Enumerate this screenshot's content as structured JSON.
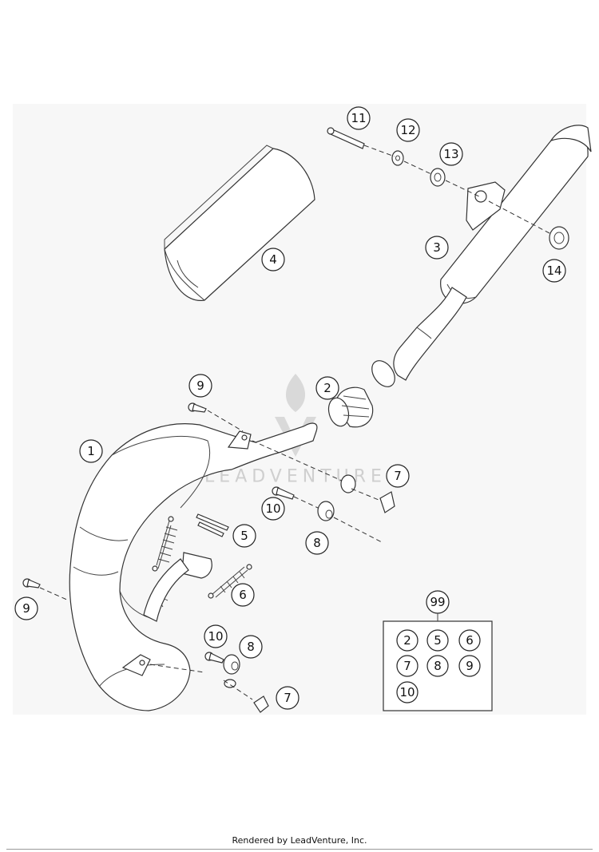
{
  "diagram": {
    "callouts": [
      {
        "id": "c11",
        "label": "11"
      },
      {
        "id": "c12",
        "label": "12"
      },
      {
        "id": "c13",
        "label": "13"
      },
      {
        "id": "c3",
        "label": "3"
      },
      {
        "id": "c14",
        "label": "14"
      },
      {
        "id": "c4",
        "label": "4"
      },
      {
        "id": "c9a",
        "label": "9"
      },
      {
        "id": "c2",
        "label": "2"
      },
      {
        "id": "c1",
        "label": "1"
      },
      {
        "id": "c7a",
        "label": "7"
      },
      {
        "id": "c10a",
        "label": "10"
      },
      {
        "id": "c5",
        "label": "5"
      },
      {
        "id": "c8a",
        "label": "8"
      },
      {
        "id": "c6",
        "label": "6"
      },
      {
        "id": "c9b",
        "label": "9"
      },
      {
        "id": "c10b",
        "label": "10"
      },
      {
        "id": "c8b",
        "label": "8"
      },
      {
        "id": "c7b",
        "label": "7"
      }
    ],
    "kit": {
      "label": "99",
      "items": [
        "2",
        "5",
        "6",
        "7",
        "8",
        "9",
        "10"
      ]
    },
    "watermark": "LEADVENTURE"
  },
  "footer": {
    "text": "Rendered by LeadVenture, Inc."
  }
}
